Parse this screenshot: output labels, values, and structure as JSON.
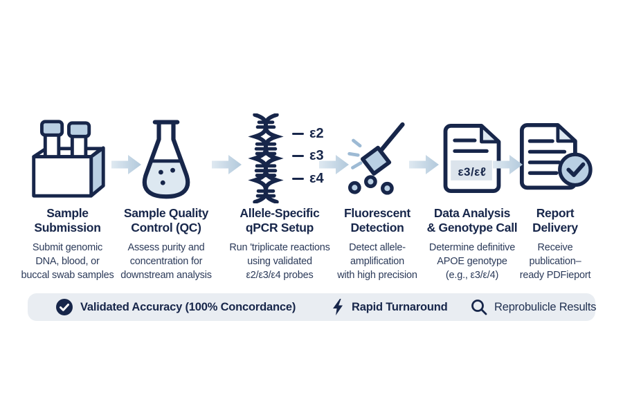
{
  "colors": {
    "navy": "#17264a",
    "desc_text": "#2b3a59",
    "light_blue": "#b9cfe3",
    "pale_blue": "#dde8f1",
    "arrow_blue": "#bfd3e3",
    "banner_bg": "#e9edf2",
    "genotype_box_bg": "#dce4ec"
  },
  "steps": [
    {
      "icon": "sample-box-icon",
      "title": [
        "Sample",
        "Submission"
      ],
      "description": [
        "Submit genomic",
        "DNA, blood, or",
        "buccal swab samples"
      ]
    },
    {
      "icon": "flask-icon",
      "title": [
        "Sample Quality",
        "Control (QC)"
      ],
      "description": [
        "Assess purity and",
        "concentration for",
        "downstream analysis"
      ]
    },
    {
      "icon": "dna-helix-icon",
      "title": [
        "Allele-Specific",
        "qPCR Setup"
      ],
      "description": [
        "Run 'triplicate reactions",
        "using validated",
        "ε2/ε3/ε4 probes"
      ],
      "allele_labels": [
        "ε2",
        "ε3",
        "ε4"
      ]
    },
    {
      "icon": "fluorescence-detector-icon",
      "title": [
        "Fluorescent",
        "Detection"
      ],
      "description": [
        "Detect allele-",
        "amplification",
        "with high precision"
      ]
    },
    {
      "icon": "genotype-document-icon",
      "title": [
        "Data Analysis",
        "& Genotype Call"
      ],
      "description": [
        "Determine definitive",
        "APOE genotype",
        "(e.g., ε3/ε/4)"
      ],
      "genotype_label": "ε3/εℓ"
    },
    {
      "icon": "report-check-icon",
      "title": [
        "Report",
        "Delivery"
      ],
      "description": [
        "Receive",
        "publication–",
        "ready PDFieport"
      ]
    }
  ],
  "banner": {
    "features": [
      {
        "icon": "check-circle-icon",
        "label": "Validated Accuracy (100% Concordance)"
      },
      {
        "icon": "lightning-icon",
        "label": "Rapid Turnaround"
      },
      {
        "icon": "magnifier-icon",
        "label": "Reprobulicle Results"
      }
    ]
  }
}
